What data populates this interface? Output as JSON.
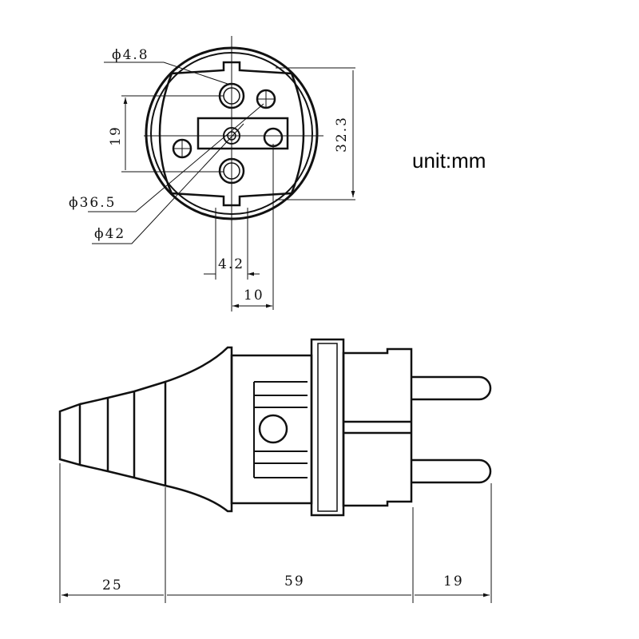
{
  "unit_label": "unit:mm",
  "front_view": {
    "dimensions": {
      "pin_hole_diameter": "ϕ4.8",
      "pin_spacing": "19",
      "height": "32.3",
      "inner_diameter": "ϕ36.5",
      "outer_diameter": "ϕ42",
      "earth_width": "4.2",
      "earth_offset": "10"
    }
  },
  "side_view": {
    "dimensions": {
      "cable_entry_length": "25",
      "body_length": "59",
      "pin_length": "19"
    }
  }
}
